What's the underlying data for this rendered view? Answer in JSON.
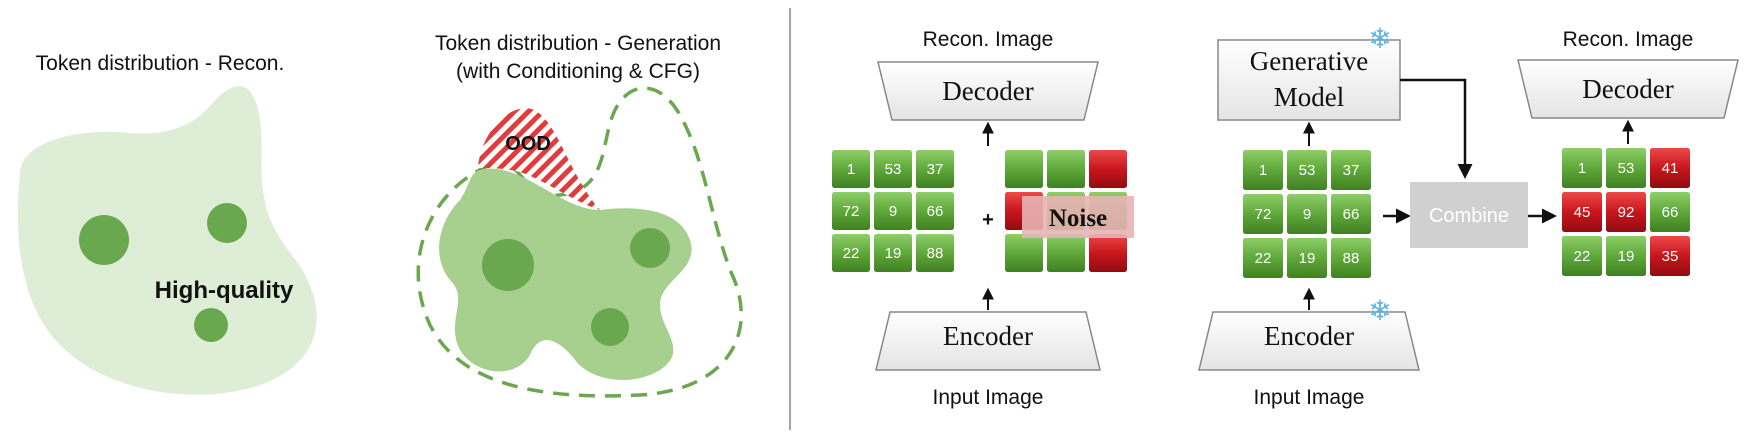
{
  "left_panel": {
    "recon_title": "Token distribution - Recon.",
    "high_quality": "High-quality",
    "gen_title_line1": "Token distribution - Generation",
    "gen_title_line2": "(with Conditioning & CFG)",
    "ood": "OOD"
  },
  "middle_panel": {
    "top_label": "Recon. Image",
    "decoder": "Decoder",
    "encoder": "Encoder",
    "bottom_label": "Input Image",
    "plus": "+",
    "noise": "Noise",
    "grid": [
      "1",
      "53",
      "37",
      "72",
      "9",
      "66",
      "22",
      "19",
      "88"
    ]
  },
  "right_panel": {
    "generative_line1": "Generative",
    "generative_line2": "Model",
    "encoder": "Encoder",
    "bottom_label": "Input Image",
    "combine": "Combine",
    "top_label": "Recon. Image",
    "decoder": "Decoder",
    "grid": [
      "1",
      "53",
      "37",
      "72",
      "9",
      "66",
      "22",
      "19",
      "88"
    ],
    "output_grid": [
      "1",
      "53",
      "41",
      "45",
      "92",
      "66",
      "22",
      "19",
      "35"
    ],
    "output_red": [
      false,
      false,
      true,
      true,
      true,
      false,
      false,
      false,
      true
    ]
  },
  "colors": {
    "green_cell": "#5fa83a",
    "red_cell": "#c8161d",
    "blob_light": "#deedd6",
    "blob_mid": "#a7d08f",
    "dot": "#6aa84f",
    "dash": "#6aa84f",
    "combine_box": "#d0d0d0",
    "noise_band": "#e8b4b4"
  }
}
